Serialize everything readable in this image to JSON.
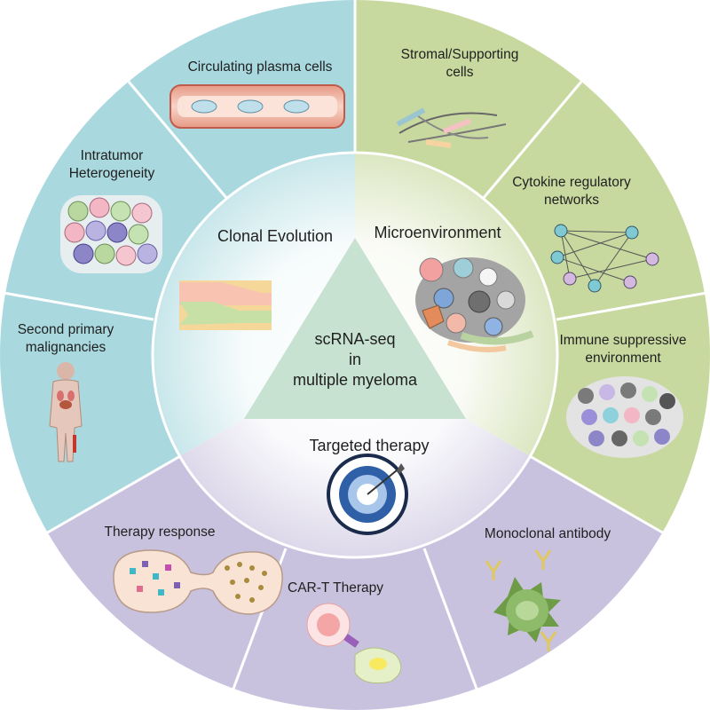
{
  "center": {
    "line1": "scRNA-seq",
    "line2": "in",
    "line3": "multiple myeloma"
  },
  "hubs": {
    "clonal": "Clonal Evolution",
    "micro": "Microenvironment",
    "therapy": "Targeted therapy"
  },
  "segments": {
    "circulating": "Circulating plasma cells",
    "intratumor_1": "Intratumor",
    "intratumor_2": "Heterogeneity",
    "second_1": "Second primary",
    "second_2": "malignancies",
    "stromal_1": "Stromal/Supporting",
    "stromal_2": "cells",
    "cytokine_1": "Cytokine regulatory",
    "cytokine_2": "networks",
    "immune_1": "Immune suppressive",
    "immune_2": "environment",
    "response": "Therapy response",
    "cart": "CAR-T Therapy",
    "mab": "Monoclonal antibody"
  },
  "colors": {
    "blue_sector": "#a9d9df",
    "green_sector": "#c8d9a0",
    "purple_sector": "#c9c2de",
    "divider": "#ffffff",
    "triangle": "#c7e2d0"
  }
}
